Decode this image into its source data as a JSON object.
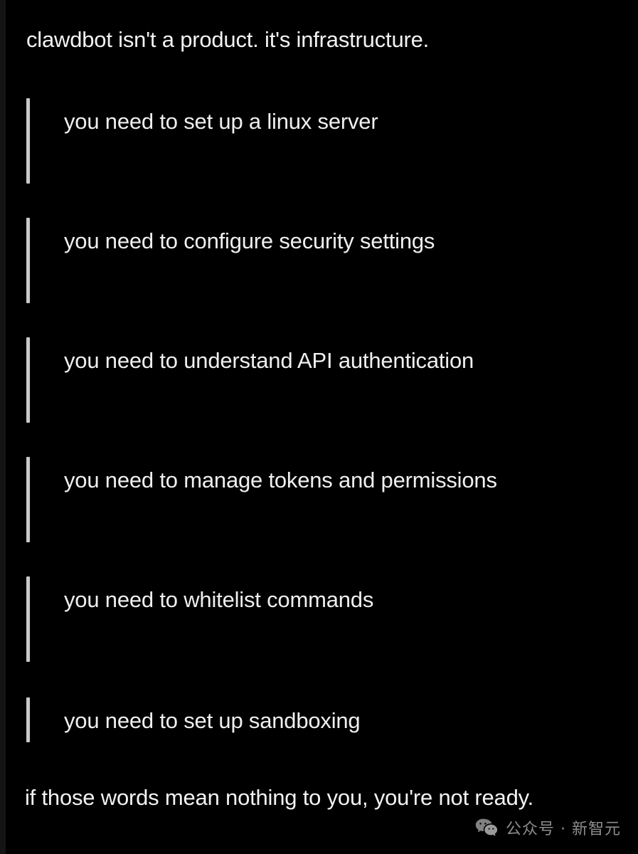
{
  "theme": {
    "background": "#000000",
    "text_color": "#f2f2f2",
    "bar_color": "#c9c9c9",
    "watermark_color": "#9a9a9a"
  },
  "post": {
    "headline": "clawdbot isn't a product. it's infrastructure.",
    "closing": "if those words mean nothing to you, you're not ready.",
    "requirements": [
      {
        "text": "you need to set up a linux server"
      },
      {
        "text": "you need to configure security settings"
      },
      {
        "text": "you need to understand API authentication"
      },
      {
        "text": "you need to manage tokens and permissions"
      },
      {
        "text": "you need to whitelist commands"
      },
      {
        "text": "you need to set up sandboxing"
      }
    ]
  },
  "watermark": {
    "icon": "wechat-icon",
    "label": "公众号 · 新智元"
  }
}
